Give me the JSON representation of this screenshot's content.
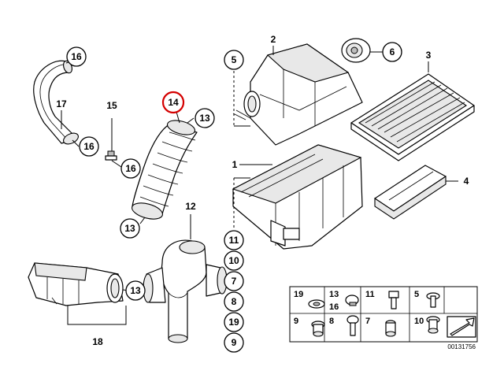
{
  "diagram": {
    "highlight_color": "#d40000",
    "diagram_id": "00131756",
    "callouts": {
      "c16_top": "16",
      "c16_mid": "16",
      "c16_clip": "16",
      "c13_hose_top": "13",
      "c13_hose_bottom": "13",
      "c13_duct": "13",
      "c14": "14",
      "c5": "5",
      "c6": "6",
      "c11": "11",
      "c10": "10",
      "c7": "7",
      "c8": "8",
      "c19": "19",
      "c9": "9"
    },
    "labels": {
      "l17": "17",
      "l15": "15",
      "l2": "2",
      "l3": "3",
      "l1": "1",
      "l4": "4",
      "l12": "12",
      "l18": "18"
    },
    "legend": {
      "row1": [
        "19",
        "13",
        "16",
        "11",
        "5"
      ],
      "row2": [
        "9",
        "8",
        "7",
        "10"
      ]
    }
  }
}
